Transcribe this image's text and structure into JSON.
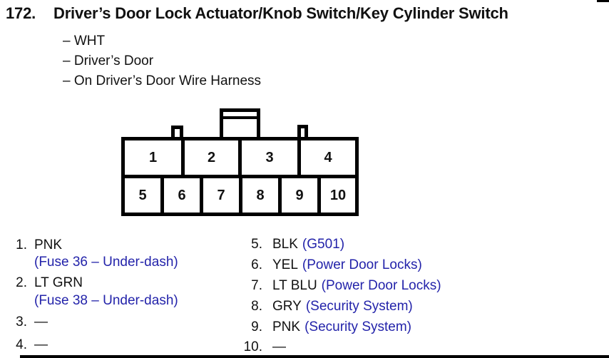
{
  "colors": {
    "ink": "#111111",
    "note_blue": "#2323aa"
  },
  "header": {
    "number": "172.",
    "title": "Driver’s Door Lock Actuator/Knob Switch/Key Cylinder Switch",
    "bullets": [
      "– WHT",
      "– Driver’s Door",
      "– On Driver’s Door Wire Harness"
    ]
  },
  "connector": {
    "top_row": [
      "1",
      "2",
      "3",
      "4"
    ],
    "bottom_row": [
      "5",
      "6",
      "7",
      "8",
      "9",
      "10"
    ]
  },
  "pins_left": [
    {
      "num": "1.",
      "wire": "PNK",
      "note": "(Fuse 36 – Under-dash)"
    },
    {
      "num": "2.",
      "wire": "LT GRN",
      "note": "(Fuse 38 – Under-dash)"
    },
    {
      "num": "3.",
      "wire": "—",
      "note": ""
    },
    {
      "num": "4.",
      "wire": "—",
      "note": ""
    }
  ],
  "pins_right": [
    {
      "num": "5.",
      "wire": "BLK",
      "note": "(G501)"
    },
    {
      "num": "6.",
      "wire": "YEL",
      "note": "(Power Door Locks)"
    },
    {
      "num": "7.",
      "wire": "LT BLU",
      "note": "(Power Door Locks)"
    },
    {
      "num": "8.",
      "wire": "GRY",
      "note": "(Security System)"
    },
    {
      "num": "9.",
      "wire": "PNK",
      "note": "(Security System)"
    },
    {
      "num": "10.",
      "wire": "—",
      "note": ""
    }
  ]
}
